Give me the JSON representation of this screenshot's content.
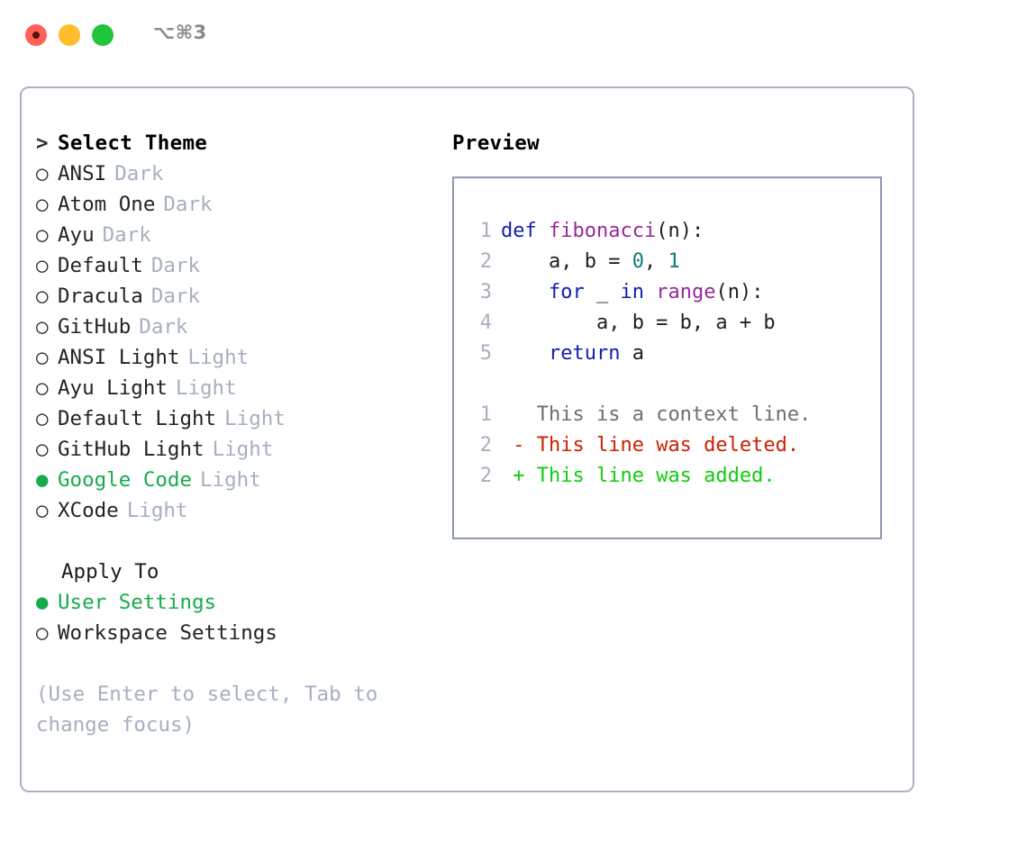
{
  "window": {
    "shortcut": "⌥⌘3",
    "traffic_lights": [
      "close-button",
      "minimize-button",
      "maximize-button"
    ],
    "colors": {
      "close": "#ff6159",
      "minimize": "#ffbd2e",
      "maximize": "#21c53c",
      "card_border": "#a9b2c1",
      "preview_border": "#8d99ae",
      "accent_green": "#17ab4c",
      "muted": "#a5afc0"
    }
  },
  "theme_panel": {
    "heading": "Select Theme",
    "heading_prefix": ">",
    "bullet_unselected": "○",
    "bullet_selected": "●",
    "items": [
      {
        "name": "ANSI",
        "variant": "Dark",
        "selected": false
      },
      {
        "name": "Atom One",
        "variant": "Dark",
        "selected": false
      },
      {
        "name": "Ayu",
        "variant": "Dark",
        "selected": false
      },
      {
        "name": "Default",
        "variant": "Dark",
        "selected": false
      },
      {
        "name": "Dracula",
        "variant": "Dark",
        "selected": false
      },
      {
        "name": "GitHub",
        "variant": "Dark",
        "selected": false
      },
      {
        "name": "ANSI Light",
        "variant": "Light",
        "selected": false
      },
      {
        "name": "Ayu Light",
        "variant": "Light",
        "selected": false
      },
      {
        "name": "Default Light",
        "variant": "Light",
        "selected": false
      },
      {
        "name": "GitHub Light",
        "variant": "Light",
        "selected": false
      },
      {
        "name": "Google Code",
        "variant": "Light",
        "selected": true
      },
      {
        "name": "XCode",
        "variant": "Light",
        "selected": false
      }
    ]
  },
  "apply_to": {
    "heading": "Apply To",
    "options": [
      {
        "name": "User Settings",
        "selected": true
      },
      {
        "name": "Workspace Settings",
        "selected": false
      }
    ]
  },
  "hint": "(Use Enter to select, Tab to change focus)",
  "preview": {
    "title": "Preview",
    "code_lines": [
      {
        "number": "1",
        "tokens": [
          {
            "text": "def ",
            "kind": "kw"
          },
          {
            "text": "fibonacci",
            "kind": "fn"
          },
          {
            "text": "(n):",
            "kind": "pl"
          }
        ]
      },
      {
        "number": "2",
        "tokens": [
          {
            "text": "    a, b = ",
            "kind": "pl"
          },
          {
            "text": "0",
            "kind": "num"
          },
          {
            "text": ", ",
            "kind": "pl"
          },
          {
            "text": "1",
            "kind": "num"
          }
        ]
      },
      {
        "number": "3",
        "tokens": [
          {
            "text": "    ",
            "kind": "pl"
          },
          {
            "text": "for",
            "kind": "kw"
          },
          {
            "text": " _ ",
            "kind": "pl"
          },
          {
            "text": "in",
            "kind": "kw"
          },
          {
            "text": " ",
            "kind": "pl"
          },
          {
            "text": "range",
            "kind": "fn"
          },
          {
            "text": "(n):",
            "kind": "pl"
          }
        ]
      },
      {
        "number": "4",
        "tokens": [
          {
            "text": "        a, b = b, a + b",
            "kind": "pl"
          }
        ]
      },
      {
        "number": "5",
        "tokens": [
          {
            "text": "    ",
            "kind": "pl"
          },
          {
            "text": "return",
            "kind": "kw"
          },
          {
            "text": " a",
            "kind": "pl"
          }
        ]
      }
    ],
    "diff_lines": [
      {
        "number": "1",
        "marker": " ",
        "text": " This is a context line.",
        "kind": "ctx"
      },
      {
        "number": "2",
        "marker": "-",
        "text": " This line was deleted.",
        "kind": "del"
      },
      {
        "number": "2",
        "marker": "+",
        "text": " This line was added.",
        "kind": "add"
      }
    ]
  }
}
